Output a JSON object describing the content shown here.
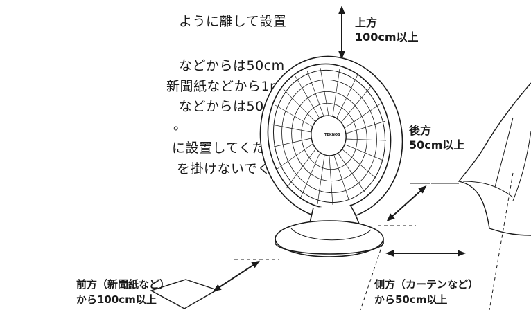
{
  "instructions": {
    "lines": [
      "ように離して設置",
      "などからは50cm",
      "新聞紙などから1m",
      "などからは50cm",
      "。",
      "に設置してください。",
      "を掛けないでください。"
    ]
  },
  "illustration": {
    "product_brand": "TEKNOS",
    "labels": {
      "top_line1": "上方",
      "top_line2": "100cm以上",
      "back_line1": "後方",
      "back_line2": "50cm以上",
      "front_line1": "前方（新聞紙など）",
      "front_line2": "から100cm以上",
      "side_line1": "側方（カーテンなど）",
      "side_line2": "から50cm以上"
    }
  }
}
